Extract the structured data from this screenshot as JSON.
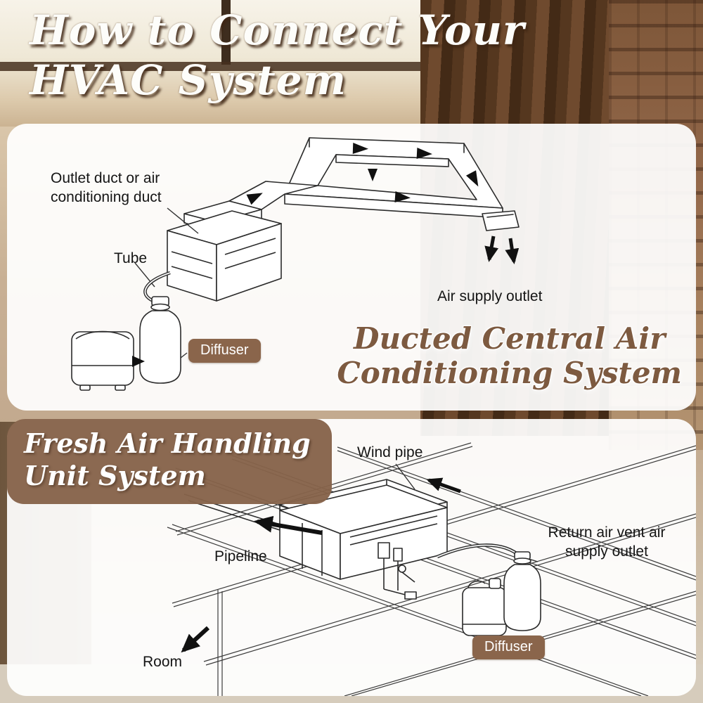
{
  "title": {
    "line1": "How to Connect Your",
    "line2": "HVAC System"
  },
  "ducted_panel": {
    "outlet_duct_label": "Outlet duct or air conditioning duct",
    "tube_label": "Tube",
    "diffuser_badge": "Diffuser",
    "air_supply_label": "Air supply outlet",
    "system_title_line1": "Ducted Central Air",
    "system_title_line2": "Conditioning System"
  },
  "fresh_air_panel": {
    "heading_line1": "Fresh Air Handling",
    "heading_line2": "Unit System",
    "wind_pipe_label": "Wind pipe",
    "pipeline_label": "Pipeline",
    "return_air_line1": "Return air vent air",
    "return_air_line2": "supply outlet",
    "room_label": "Room",
    "diffuser_badge": "Diffuser"
  },
  "colors": {
    "badge_brown": "#8a654b",
    "title_brown": "#7d5a40",
    "line_art": "#2b2b2b"
  }
}
